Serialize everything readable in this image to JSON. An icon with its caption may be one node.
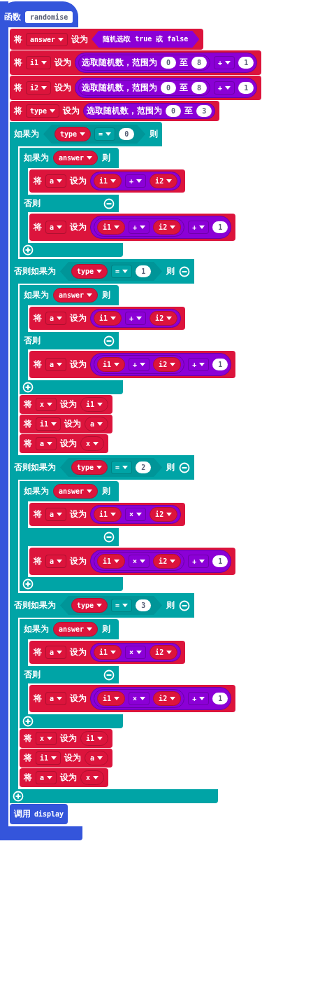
{
  "diagram": {
    "nodes": [
      {
        "text": [
          "函数",
          "randomise"
        ]
      },
      {
        "text": [
          "将",
          "answer",
          "设为",
          "随机选取 true 或 false"
        ],
        "in": 0
      },
      {
        "text": [
          "将",
          "i1",
          "设为",
          "选取随机数，范围为",
          "0",
          "至",
          "8",
          "+",
          "1"
        ],
        "in": 0
      },
      {
        "text": [
          "将",
          "i2",
          "设为",
          "选取随机数，范围为",
          "0",
          "至",
          "8",
          "+",
          "1"
        ],
        "in": 0
      },
      {
        "text": [
          "将",
          "type",
          "设为",
          "选取随机数，范围为",
          "0",
          "至",
          "3"
        ],
        "in": 0
      },
      {
        "text": [
          "如果为",
          "type",
          "=",
          "0",
          "则",
          "否则如果为",
          "type",
          "=",
          "1",
          "则",
          "否则如果为",
          "type",
          "=",
          "2",
          "则",
          "否则如果为",
          "type",
          "=",
          "3",
          "则"
        ],
        "in": 0
      },
      {
        "text": [
          "如果为",
          "answer",
          "则",
          "否则"
        ],
        "in": 5
      },
      {
        "text": [
          "将",
          "a",
          "设为",
          "i1",
          "+",
          "i2"
        ],
        "in": 6
      },
      {
        "text": [
          "将",
          "a",
          "设为",
          "i1",
          "+",
          "i2",
          "+",
          "1"
        ],
        "in": 6
      },
      {
        "text": [
          "如果为",
          "answer",
          "则",
          "否则"
        ],
        "in": 5
      },
      {
        "text": [
          "将",
          "a",
          "设为",
          "i1",
          "+",
          "i2"
        ],
        "in": 9
      },
      {
        "text": [
          "将",
          "a",
          "设为",
          "i1",
          "+",
          "i2",
          "+",
          "1"
        ],
        "in": 9
      },
      {
        "text": [
          "将",
          "x",
          "设为",
          "i1"
        ],
        "in": 5
      },
      {
        "text": [
          "将",
          "i1",
          "设为",
          "a"
        ],
        "in": 5
      },
      {
        "text": [
          "将",
          "a",
          "设为",
          "x"
        ],
        "in": 5
      },
      {
        "text": [
          "如果为",
          "answer",
          "则"
        ],
        "in": 5
      },
      {
        "text": [
          "将",
          "a",
          "设为",
          "i1",
          "×",
          "i2"
        ],
        "in": 15
      },
      {
        "text": [
          "将",
          "a",
          "设为",
          "i1",
          "×",
          "i2",
          "+",
          "1"
        ],
        "in": 15
      },
      {
        "text": [
          "如果为",
          "answer",
          "则",
          "否则"
        ],
        "in": 5
      },
      {
        "text": [
          "将",
          "a",
          "设为",
          "i1",
          "×",
          "i2"
        ],
        "in": 18
      },
      {
        "text": [
          "将",
          "a",
          "设为",
          "i1",
          "×",
          "i2",
          "+",
          "1"
        ],
        "in": 18
      },
      {
        "text": [
          "将",
          "x",
          "设为",
          "i1"
        ],
        "in": 5
      },
      {
        "text": [
          "将",
          "i1",
          "设为",
          "a"
        ],
        "in": 5
      },
      {
        "text": [
          "将",
          "a",
          "设为",
          "x"
        ],
        "in": 5
      },
      {
        "text": [
          "调用",
          "display"
        ],
        "in": 0
      }
    ]
  }
}
